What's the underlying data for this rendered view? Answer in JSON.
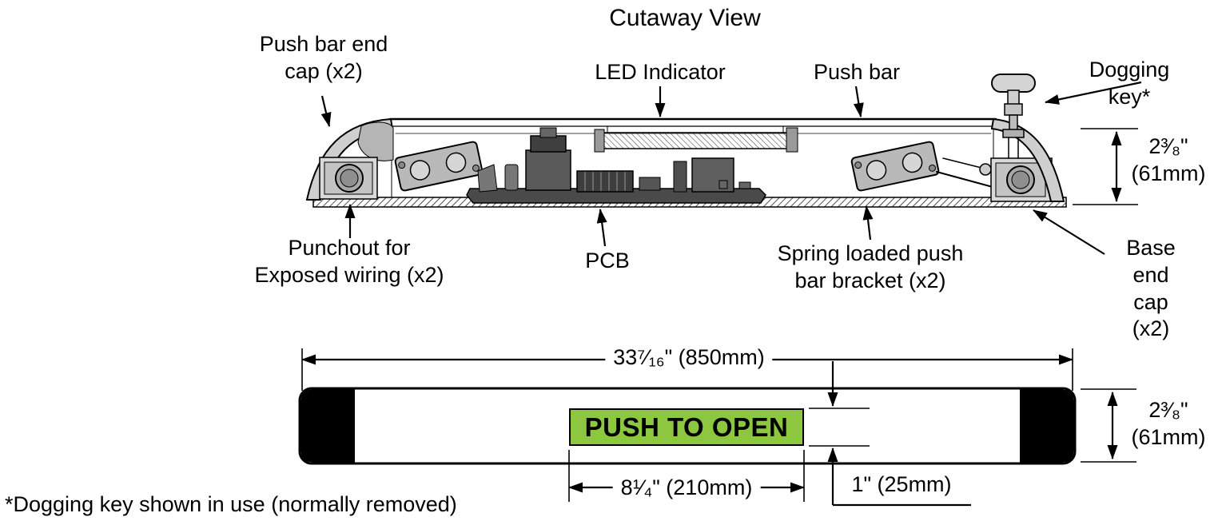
{
  "title": "Cutaway View",
  "colors": {
    "ink": "#000000",
    "label_bg": "#8dc63f",
    "end_cap": "#000000"
  },
  "cutaway_labels": {
    "push_bar_end_cap": "Push bar end\ncap (x2)",
    "led_indicator": "LED Indicator",
    "push_bar": "Push bar",
    "dogging_key": "Dogging key*",
    "height_dim": "2³⁄₈\"\n(61mm)",
    "punchout": "Punchout for\nExposed wiring (x2)",
    "pcb": "PCB",
    "spring_bracket": "Spring loaded push\nbar bracket (x2)",
    "base_end_cap": "Base end\ncap (x2)"
  },
  "front_view": {
    "overall_width_dim": "33⁷⁄₁₆\" (850mm)",
    "label_text": "PUSH TO OPEN",
    "label_width_dim": "8¹⁄₄\" (210mm)",
    "label_height_dim": "1\" (25mm)",
    "height_dim": "2³⁄₈\"\n(61mm)"
  },
  "footnote": "*Dogging key shown in use (normally removed)"
}
